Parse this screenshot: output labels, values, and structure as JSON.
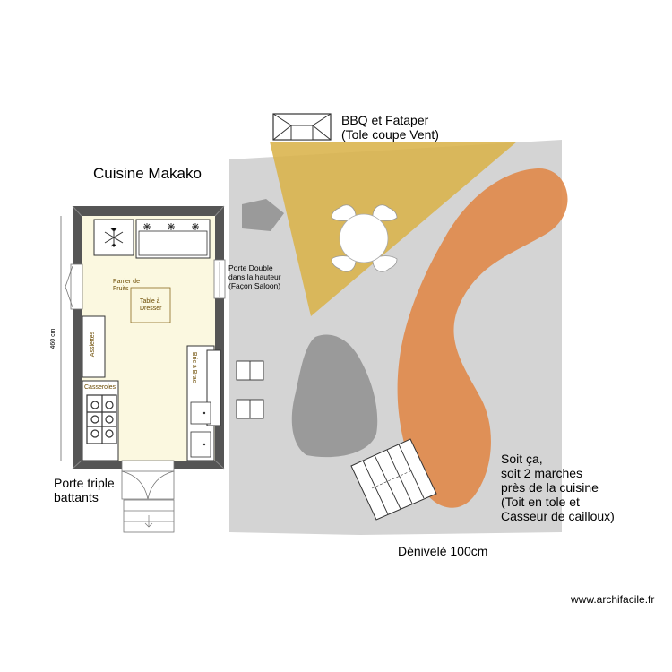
{
  "title": "Cuisine Makako",
  "labels": {
    "bbq": "BBQ et Fataper\n(Tole coupe Vent)",
    "porte_double": "Porte Double\ndans la hauteur\n(Façon Saloon)",
    "panier": "Panier de\nFruits",
    "table": "Table à\nDresser",
    "assiettes": "Assiettes",
    "casseroles": "Casseroles",
    "bric": "Bric à Brac",
    "dimension": "460 cm",
    "porte_triple": "Porte triple\nbattants",
    "soit_ca": "Soit ça,\nsoit 2 marches\nprès de la cuisine\n(Toit en tole et\nCasseur de cailloux)",
    "denivele": "Dénivelé 100cm",
    "watermark": "www.archifacile.fr"
  },
  "colors": {
    "terrace": "#d4d4d4",
    "rock": "#9a9a9a",
    "canopy": "#d9b34a",
    "path": "#e08a4c",
    "kitchen_floor": "#fbf8e0",
    "wall": "#555555"
  }
}
